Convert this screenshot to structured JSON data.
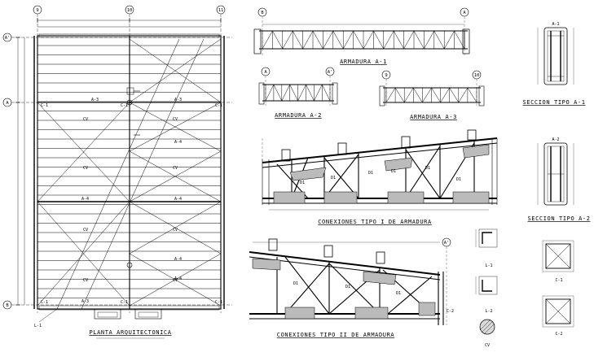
{
  "plan": {
    "title": "PLANTA ARQUITECTONICA",
    "grid_top": [
      "9",
      "10",
      "11"
    ],
    "grid_left": [
      "A'",
      "A",
      "B"
    ],
    "beam_labels": [
      "A-3",
      "A-3",
      "A-4",
      "A-4",
      "A-4",
      "A-4",
      "A-4",
      "A-3"
    ],
    "column_labels": [
      "C-1",
      "C-1",
      "C-1",
      "C-1",
      "C-1",
      "C-1"
    ],
    "member_labels": [
      "CV",
      "CV",
      "CV",
      "CV",
      "CV",
      "CV",
      "CV",
      "CV"
    ],
    "leader_label": "L-1"
  },
  "elevations": [
    {
      "title": "ARMADURA A-1",
      "grid": [
        "B",
        "A"
      ]
    },
    {
      "title": "ARMADURA A-2",
      "grid": [
        "A",
        "A'"
      ]
    },
    {
      "title": "ARMADURA A-3",
      "grid": [
        "9",
        "10"
      ]
    }
  ],
  "sections": [
    {
      "title": "SECCION TIPO A-1",
      "cap": "A-1"
    },
    {
      "title": "SECCION TIPO A-2",
      "cap": "A-2"
    }
  ],
  "connections": [
    {
      "title": "CONEXIONES TIPO I DE ARMADURA",
      "members": [
        "D1",
        "D1",
        "D1",
        "D1",
        "D1",
        "D1"
      ]
    },
    {
      "title": "CONEXIONES TIPO II DE ARMADURA",
      "grid": "A'",
      "column_label": "C-2",
      "members": [
        "D1",
        "D1",
        "D1"
      ]
    }
  ],
  "details": {
    "l1": "L-1",
    "l2": "L-2",
    "c1": "C-1",
    "c2": "C-2",
    "cv": "CV"
  }
}
